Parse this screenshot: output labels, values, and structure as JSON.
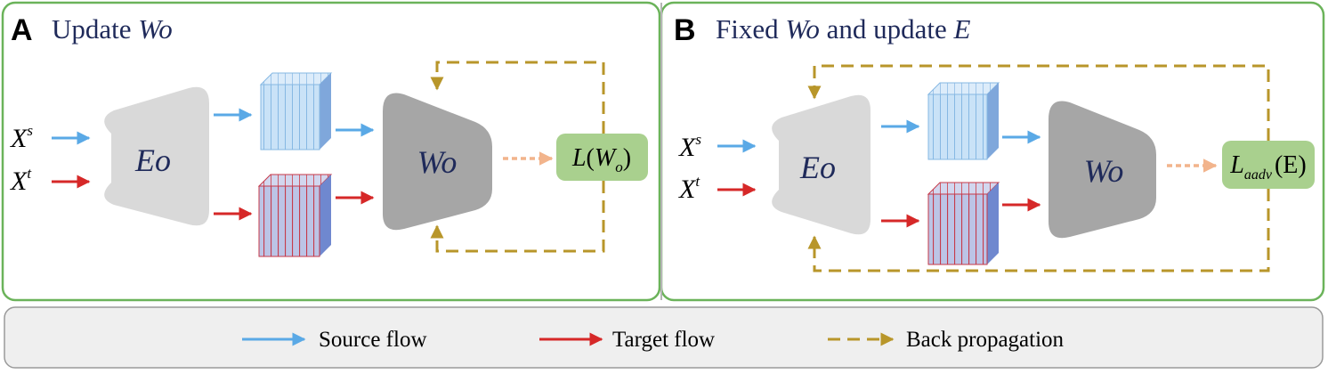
{
  "panel_a": {
    "letter": "A",
    "title_text": "Update",
    "title_var": "Wo",
    "encoder": "Eo",
    "classifier": "Wo",
    "input_source": "X",
    "input_source_sup": "s",
    "input_target": "X",
    "input_target_sup": "t",
    "loss_fn": "L",
    "loss_paren_open": "(",
    "loss_var": "W",
    "loss_sub": "o",
    "loss_paren_close": ")"
  },
  "panel_b": {
    "letter": "B",
    "title_text_1": "Fixed",
    "title_var_1": "Wo",
    "title_text_2": "and update",
    "title_var_2": "E",
    "encoder": "Eo",
    "classifier": "Wo",
    "input_source": "X",
    "input_source_sup": "s",
    "input_target": "X",
    "input_target_sup": "t",
    "loss_fn": "L",
    "loss_sub": "aadv",
    "loss_arg": "(E)"
  },
  "legend": {
    "source_label": "Source flow",
    "target_label": "Target flow",
    "back_label": "Back propagation"
  },
  "colors": {
    "panel_border": "#6bb35a",
    "source_arrow": "#5aa9e6",
    "target_arrow": "#d62828",
    "back_arrow": "#b8962a",
    "loss_arrow": "#f2b48c",
    "encoder_fill": "#d9d9d9",
    "classifier_fill": "#a6a6a6",
    "loss_fill": "#a9d08e",
    "text_navy": "#1f2a5a",
    "legend_bg": "#efefef"
  }
}
